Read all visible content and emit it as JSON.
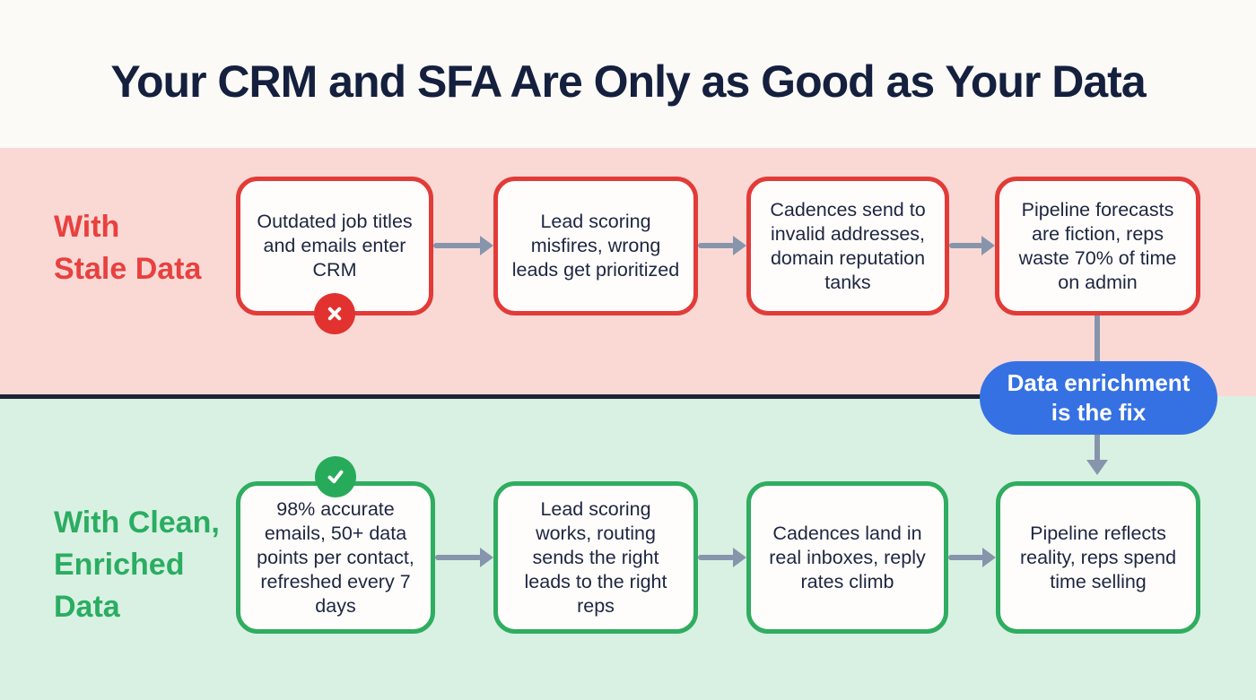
{
  "title": "Your CRM and SFA Are Only as Good as Your Data",
  "stale_section": {
    "label_lines": [
      "With",
      "Stale Data"
    ],
    "label_color": "#e8413f",
    "band_color": "#fad9d5",
    "box_border_color": "#e23b38",
    "badge_icon": "x-circle-icon",
    "badge_color": "#e23230",
    "boxes": [
      "Outdated job titles and emails enter CRM",
      "Lead scoring misfires, wrong leads get prioritized",
      "Cadences send to invalid addresses, domain reputation tanks",
      "Pipeline forecasts are fiction, reps waste 70% of time on admin"
    ]
  },
  "clean_section": {
    "label_lines": [
      "With Clean,",
      "Enriched",
      "Data"
    ],
    "label_color": "#2aad62",
    "band_color": "#d9f1e2",
    "box_border_color": "#2fad60",
    "badge_icon": "check-circle-icon",
    "badge_color": "#27ab5b",
    "boxes": [
      "98% accurate emails, 50+ data points per contact, refreshed every 7 days",
      "Lead scoring works, routing sends the right leads to the right reps",
      "Cadences land in real inboxes, reply rates climb",
      "Pipeline reflects reality, reps spend time selling"
    ]
  },
  "pill": {
    "label": "Data enrichment is the fix",
    "color": "#3571e3",
    "text_color": "#ffffff"
  },
  "colors": {
    "title_text": "#15203e",
    "page_background": "#fbfaf7",
    "box_background": "#fffdfb",
    "box_text": "#1d2641",
    "arrow": "#8695ab",
    "divider": "#1b2336"
  }
}
